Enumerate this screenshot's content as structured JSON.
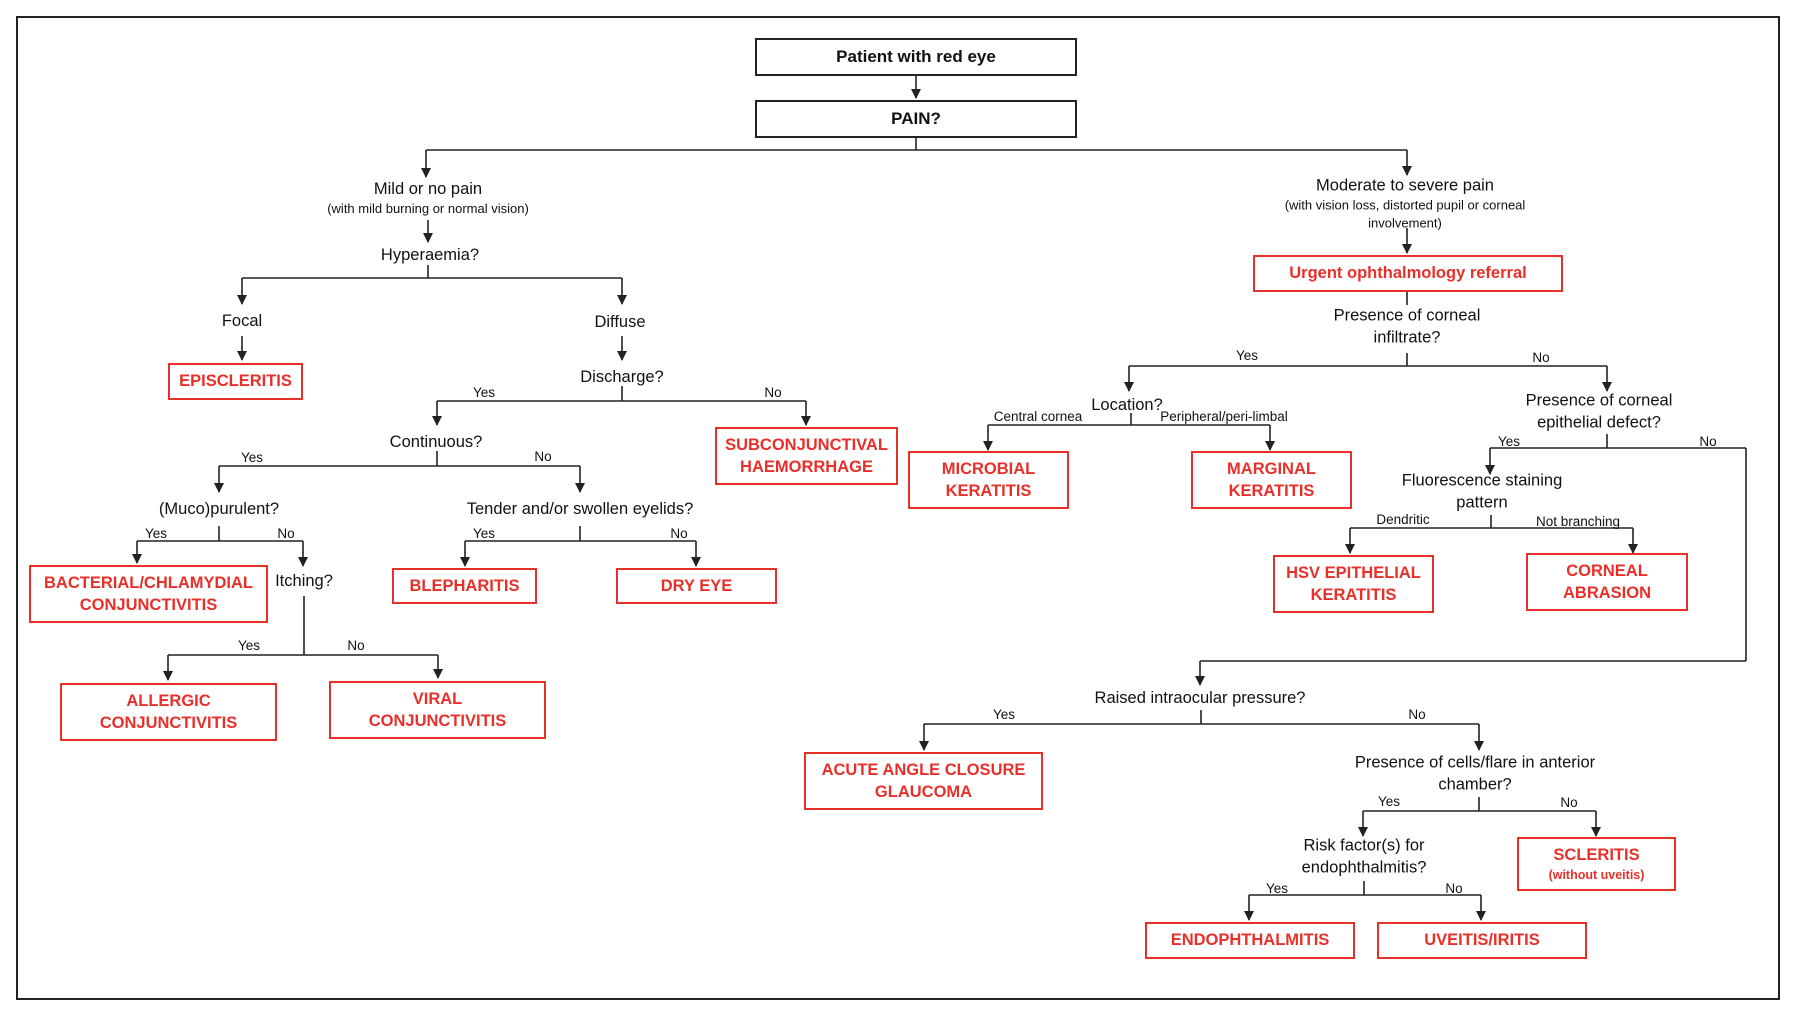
{
  "nodes": {
    "start": "Patient with red eye",
    "pain": "PAIN?",
    "mild": "Mild or no pain",
    "mild_sub": "(with mild burning or normal vision)",
    "severe": "Moderate to severe pain",
    "severe_sub1": "(with vision loss, distorted pupil or corneal",
    "severe_sub2": "involvement)",
    "hyperaemia": "Hyperaemia?",
    "focal": "Focal",
    "diffuse": "Diffuse",
    "discharge": "Discharge?",
    "continuous": "Continuous?",
    "mucopurulent": "(Muco)purulent?",
    "itching": "Itching?",
    "tender": "Tender and/or swollen eyelids?",
    "urgent": "Urgent ophthalmology referral",
    "infiltrate1": "Presence of corneal",
    "infiltrate2": "infiltrate?",
    "location": "Location?",
    "central": "Central cornea",
    "peripheral": "Peripheral/peri-limbal",
    "epithelial1": "Presence of corneal",
    "epithelial2": "epithelial defect?",
    "fluorescence1": "Fluorescence staining",
    "fluorescence2": "pattern",
    "dendritic": "Dendritic",
    "notbranching": "Not branching",
    "iop": "Raised intraocular pressure?",
    "cells1": "Presence of cells/flare in anterior",
    "cells2": "chamber?",
    "risk1": "Risk factor(s) for",
    "risk2": "endophthalmitis?"
  },
  "diagnoses": {
    "episcleritis": "EPISCLERITIS",
    "subconj1": "SUBCONJUNCTIVAL",
    "subconj2": "HAEMORRHAGE",
    "bacterial1": "BACTERIAL/CHLAMYDIAL",
    "bacterial2": "CONJUNCTIVITIS",
    "blepharitis": "BLEPHARITIS",
    "dryeye": "DRY EYE",
    "allergic1": "ALLERGIC",
    "allergic2": "CONJUNCTIVITIS",
    "viral1": "VIRAL",
    "viral2": "CONJUNCTIVITIS",
    "microbial1": "MICROBIAL",
    "microbial2": "KERATITIS",
    "marginal1": "MARGINAL",
    "marginal2": "KERATITIS",
    "hsv1": "HSV EPITHELIAL",
    "hsv2": "KERATITIS",
    "abrasion1": "CORNEAL",
    "abrasion2": "ABRASION",
    "glaucoma1": "ACUTE ANGLE CLOSURE",
    "glaucoma2": "GLAUCOMA",
    "scleritis": "SCLERITIS",
    "scleritis_sub": "(without uveitis)",
    "endophthalmitis": "ENDOPHTHALMITIS",
    "uveitis": "UVEITIS/IRITIS"
  },
  "branch_labels": {
    "yes": "Yes",
    "no": "No"
  },
  "colors": {
    "diagnosis": "#e8302a",
    "lines": "#222222"
  }
}
